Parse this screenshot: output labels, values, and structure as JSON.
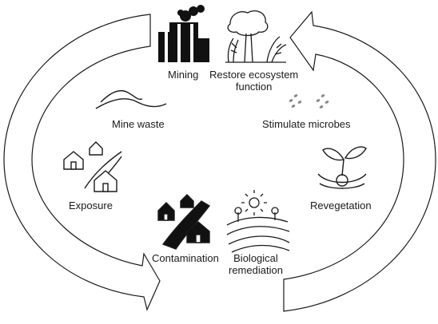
{
  "labels": {
    "mining": "Mining",
    "restore_line1": "Restore ecosystem",
    "restore_line2": "function",
    "mine_waste": "Mine waste",
    "stimulate_microbes": "Stimulate microbes",
    "exposure": "Exposure",
    "revegetation": "Revegetation",
    "contamination": "Contamination",
    "biological_line1": "Biological",
    "biological_line2": "remediation"
  },
  "icons": {
    "mining": "factory-smokestack-icon",
    "restore": "forest-trees-icon",
    "mine_waste": "hills-icon",
    "microbes": "microbes-icon",
    "exposure": "houses-road-icon",
    "revegetation": "seedling-icon",
    "contamination": "contaminated-houses-road-icon",
    "biological": "sun-fields-icon"
  },
  "colors": {
    "stroke": "#1a1a1a",
    "fill_dark": "#111111",
    "arrow_fill": "#ffffff"
  }
}
